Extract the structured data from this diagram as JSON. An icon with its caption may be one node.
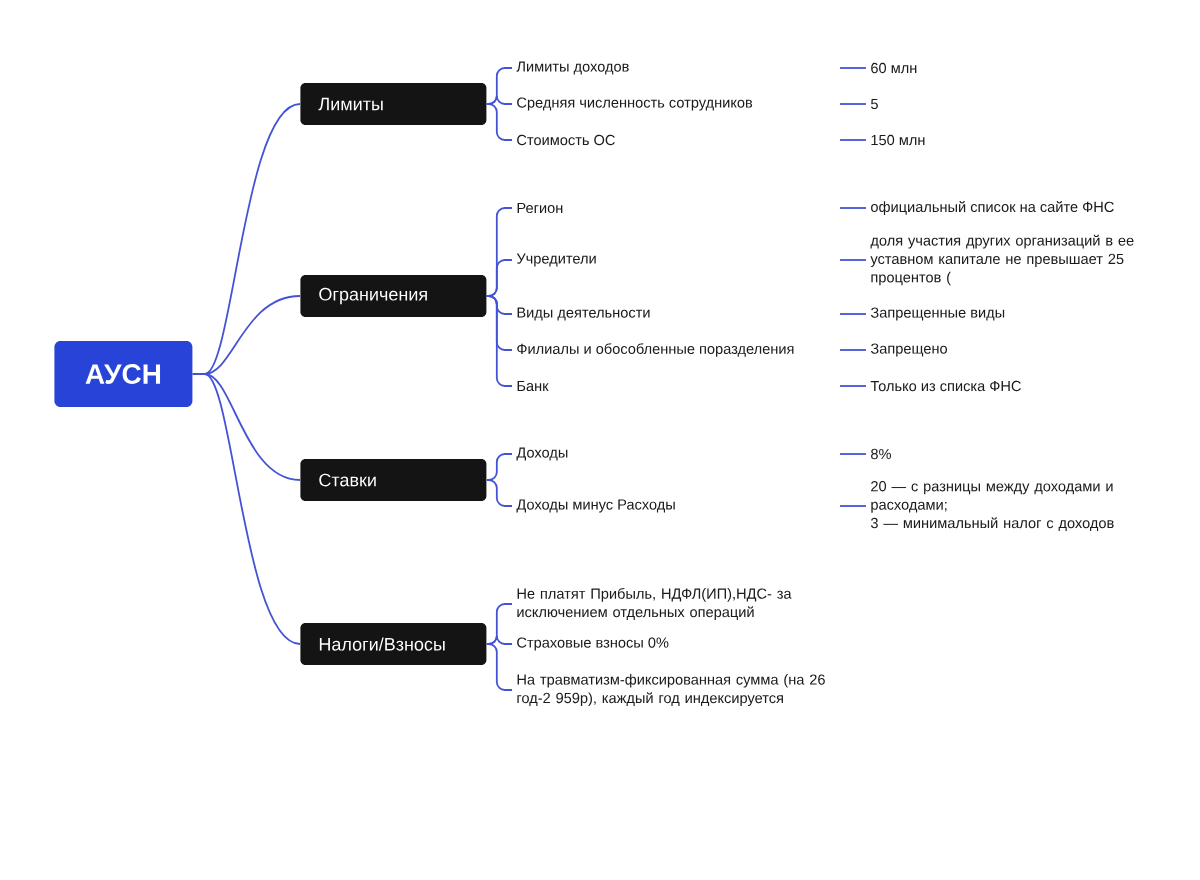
{
  "diagram": {
    "nodes": [
      {
        "text": [
          "АУСН"
        ]
      },
      {
        "text": [
          "Лимиты"
        ]
      },
      {
        "text": [
          "Лимиты доходов"
        ]
      },
      {
        "text": [
          "60 млн"
        ]
      },
      {
        "text": [
          "Средняя численность сотрудников"
        ]
      },
      {
        "text": [
          "5"
        ]
      },
      {
        "text": [
          "Стоимость ОС"
        ]
      },
      {
        "text": [
          "150 млн"
        ]
      },
      {
        "text": [
          "Ограничения"
        ]
      },
      {
        "text": [
          "Регион"
        ]
      },
      {
        "text": [
          "официальный список на сайте ФНС"
        ]
      },
      {
        "text": [
          "Учредители"
        ]
      },
      {
        "text": [
          "доля участия других организаций в ее уставном капитале не превышает 25 процентов ("
        ]
      },
      {
        "text": [
          "Виды деятельности"
        ]
      },
      {
        "text": [
          "Запрещенные виды"
        ]
      },
      {
        "text": [
          "Филиалы и обособленные поразделения"
        ]
      },
      {
        "text": [
          "Запрещено"
        ]
      },
      {
        "text": [
          "Банк"
        ]
      },
      {
        "text": [
          "Только из списка ФНС"
        ]
      },
      {
        "text": [
          "Ставки"
        ]
      },
      {
        "text": [
          "Доходы"
        ]
      },
      {
        "text": [
          "8%"
        ]
      },
      {
        "text": [
          "Доходы минус Расходы"
        ]
      },
      {
        "text": [
          "20 — с разницы между доходами и расходами;",
          "3 — минимальный налог с доходов"
        ]
      },
      {
        "text": [
          "Налоги/Взносы"
        ]
      },
      {
        "text": [
          "Не платят Прибыль, НДФЛ(ИП),НДС- за исключением отдельных операций"
        ]
      },
      {
        "text": [
          "Страховые взносы 0%"
        ]
      },
      {
        "text": [
          "На травматизм-фиксированная сумма (на 26 год-2 959р), каждый год индексируется"
        ]
      }
    ],
    "edges": [
      {
        "from": 0,
        "to": 1,
        "arrow": "none"
      },
      {
        "from": 0,
        "to": 8,
        "arrow": "none"
      },
      {
        "from": 0,
        "to": 19,
        "arrow": "none"
      },
      {
        "from": 0,
        "to": 24,
        "arrow": "none"
      },
      {
        "from": 1,
        "to": 2,
        "arrow": "none"
      },
      {
        "from": 1,
        "to": 4,
        "arrow": "none"
      },
      {
        "from": 1,
        "to": 6,
        "arrow": "none"
      },
      {
        "from": 8,
        "to": 9,
        "arrow": "none"
      },
      {
        "from": 8,
        "to": 11,
        "arrow": "none"
      },
      {
        "from": 8,
        "to": 13,
        "arrow": "none"
      },
      {
        "from": 8,
        "to": 15,
        "arrow": "none"
      },
      {
        "from": 8,
        "to": 17,
        "arrow": "none"
      },
      {
        "from": 19,
        "to": 20,
        "arrow": "none"
      },
      {
        "from": 19,
        "to": 22,
        "arrow": "none"
      },
      {
        "from": 24,
        "to": 25,
        "arrow": "none"
      },
      {
        "from": 24,
        "to": 26,
        "arrow": "none"
      },
      {
        "from": 24,
        "to": 27,
        "arrow": "none"
      },
      {
        "from": null,
        "to": 3,
        "arrow": "none"
      },
      {
        "from": null,
        "to": 5,
        "arrow": "none"
      },
      {
        "from": null,
        "to": 7,
        "arrow": "none"
      },
      {
        "from": null,
        "to": 10,
        "arrow": "none"
      },
      {
        "from": null,
        "to": 12,
        "arrow": "none"
      },
      {
        "from": null,
        "to": 14,
        "arrow": "none"
      },
      {
        "from": null,
        "to": 16,
        "arrow": "none"
      },
      {
        "from": null,
        "to": 18,
        "arrow": "none"
      },
      {
        "from": null,
        "to": 21,
        "arrow": "none"
      },
      {
        "from": null,
        "to": 23,
        "arrow": "none"
      }
    ]
  }
}
